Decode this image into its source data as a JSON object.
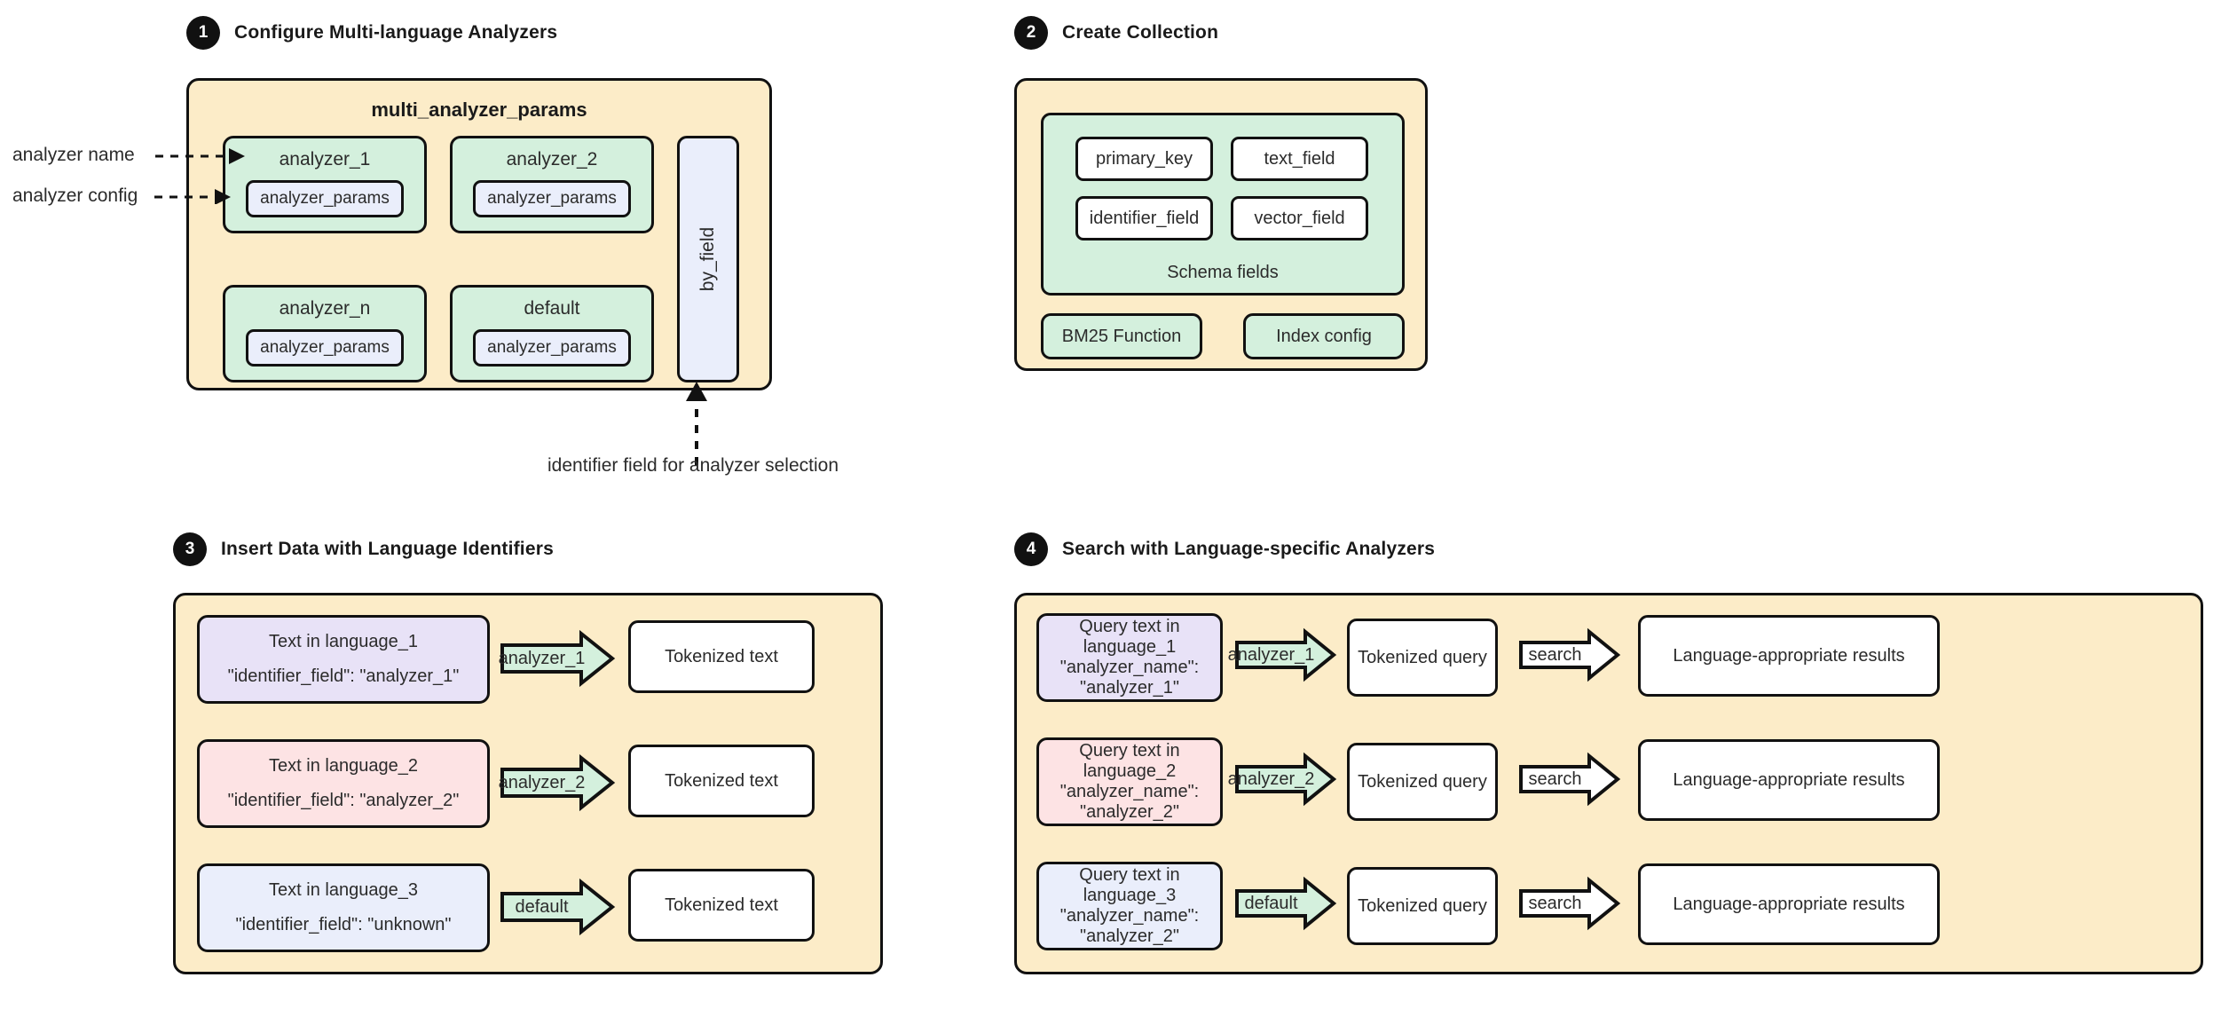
{
  "steps": [
    {
      "number": "1",
      "title": "Configure Multi-language Analyzers"
    },
    {
      "number": "2",
      "title": "Create Collection"
    },
    {
      "number": "3",
      "title": "Insert Data with Language Identifiers"
    },
    {
      "number": "4",
      "title": "Search with Language-specific Analyzers"
    }
  ],
  "panel1": {
    "title": "multi_analyzer_params",
    "side_labels": {
      "analyzer_name": "analyzer name",
      "analyzer_config": "analyzer config"
    },
    "analyzers": [
      {
        "name": "analyzer_1",
        "params": "analyzer_params"
      },
      {
        "name": "analyzer_2",
        "params": "analyzer_params"
      },
      {
        "name": "analyzer_n",
        "params": "analyzer_params"
      },
      {
        "name": "default",
        "params": "analyzer_params"
      }
    ],
    "by_field": "by_field",
    "caption": "identifier field for analyzer selection"
  },
  "panel2": {
    "schema_fields": [
      "primary_key",
      "text_field",
      "identifier_field",
      "vector_field"
    ],
    "schema_caption": "Schema fields",
    "extras": [
      "BM25 Function",
      "Index config"
    ]
  },
  "panel3": {
    "rows": [
      {
        "source_line1": "Text in language_1",
        "source_line2": "\"identifier_field\": \"analyzer_1\"",
        "arrow_label": "analyzer_1",
        "output": "Tokenized text"
      },
      {
        "source_line1": "Text in language_2",
        "source_line2": "\"identifier_field\": \"analyzer_2\"",
        "arrow_label": "analyzer_2",
        "output": "Tokenized text"
      },
      {
        "source_line1": "Text in language_3",
        "source_line2": "\"identifier_field\": \"unknown\"",
        "arrow_label": "default",
        "output": "Tokenized text"
      }
    ]
  },
  "panel4": {
    "rows": [
      {
        "source_line1": "Query text in language_1",
        "source_line2": "\"analyzer_name\": \"analyzer_1\"",
        "arrow_label": "analyzer_1",
        "middle": "Tokenized query",
        "search_label": "search",
        "result": "Language-appropriate results"
      },
      {
        "source_line1": "Query text in language_2",
        "source_line2": "\"analyzer_name\": \"analyzer_2\"",
        "arrow_label": "analyzer_2",
        "middle": "Tokenized query",
        "search_label": "search",
        "result": "Language-appropriate results"
      },
      {
        "source_line1": "Query text in language_3",
        "source_line2": "\"analyzer_name\": \"analyzer_2\"",
        "arrow_label": "default",
        "middle": "Tokenized query",
        "search_label": "search",
        "result": "Language-appropriate results"
      }
    ]
  },
  "colors": {
    "panel_bg": "#fcecc8",
    "green": "#d4f0dd",
    "blue": "#eaeefb",
    "lavender": "#e8e2f7",
    "pink": "#fde3e4",
    "stroke": "#111111",
    "white": "#ffffff"
  }
}
